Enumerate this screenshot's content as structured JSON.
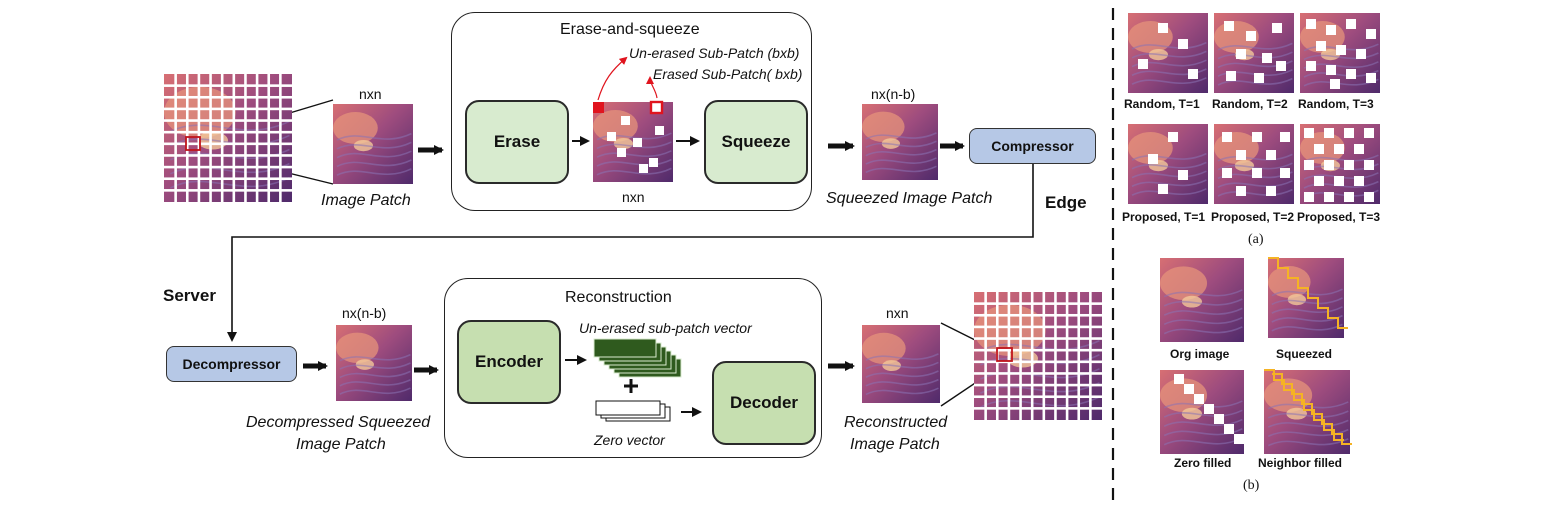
{
  "top": {
    "size_in": "nxn",
    "image_patch_label": "Image Patch",
    "erase_title": "Erase-and-squeeze",
    "unerased_label": "Un-erased Sub-Patch (bxb)",
    "erased_label": "Erased Sub-Patch( bxb)",
    "erase_button": "Erase",
    "erased_size": "nxn",
    "squeeze_button": "Squeeze",
    "squeezed_size": "nx(n-b)",
    "squeezed_label": "Squeezed Image Patch",
    "compressor": "Compressor",
    "edge": "Edge"
  },
  "bottom": {
    "server": "Server",
    "decompressor": "Decompressor",
    "decomp_size": "nx(n-b)",
    "decomp_label_1": "Decompressed Squeezed",
    "decomp_label_2": "Image Patch",
    "recon_title": "Reconstruction",
    "encoder": "Encoder",
    "unerased_vec": "Un-erased sub-patch vector",
    "zero_vec": "Zero vector",
    "decoder": "Decoder",
    "recon_size": "nxn",
    "recon_label_1": "Reconstructed",
    "recon_label_2": "Image Patch"
  },
  "panel_a": {
    "captions": [
      "Random, T=1",
      "Random, T=2",
      "Random, T=3",
      "Proposed, T=1",
      "Proposed, T=2",
      "Proposed, T=3"
    ],
    "label": "(a)"
  },
  "panel_b": {
    "captions": [
      "Org image",
      "Squeezed",
      "Zero filled",
      "Neighbor filled"
    ],
    "label": "(b)"
  },
  "colors": {
    "block_green": "#d8ebcf",
    "compressor_blue": "#b6c8e6",
    "highlight_red": "#e0141e",
    "squeeze_line": "#f5b324",
    "vector_green": "#2f5a1e"
  }
}
